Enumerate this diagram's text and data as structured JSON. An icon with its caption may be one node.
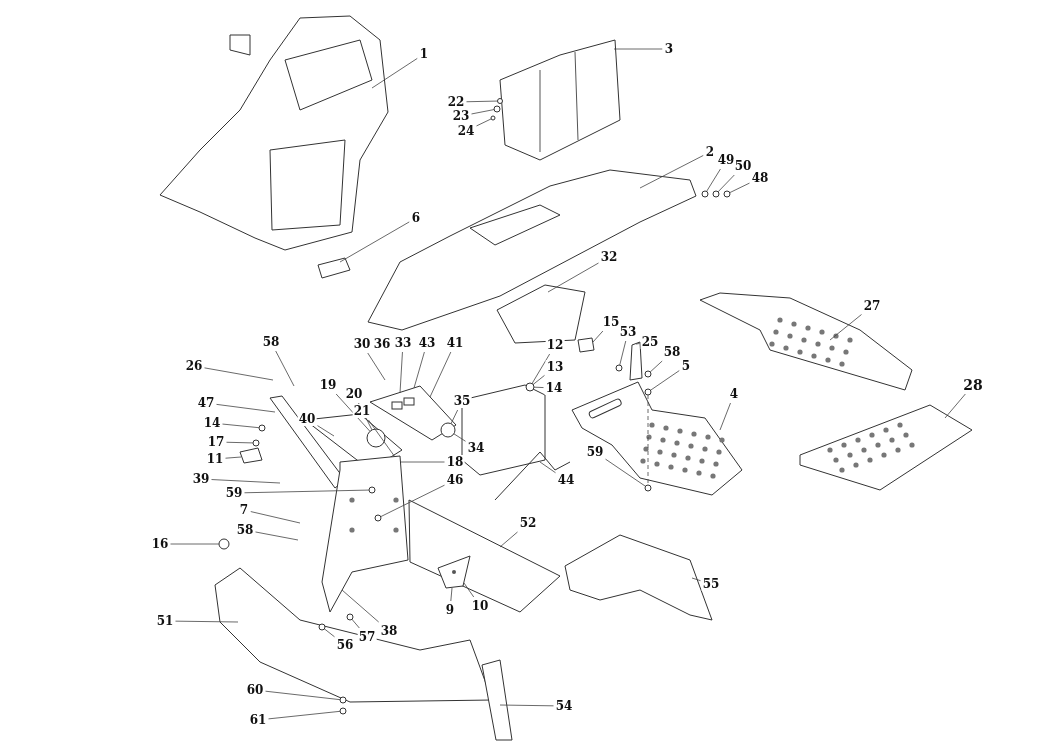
{
  "diagram": {
    "nodes": [
      {
        "text": [
          "1"
        ]
      },
      {
        "text": [
          "3"
        ]
      },
      {
        "text": [
          "22"
        ]
      },
      {
        "text": [
          "23"
        ]
      },
      {
        "text": [
          "24"
        ]
      },
      {
        "text": [
          "2"
        ]
      },
      {
        "text": [
          "49"
        ]
      },
      {
        "text": [
          "50"
        ]
      },
      {
        "text": [
          "48"
        ]
      },
      {
        "text": [
          "6"
        ]
      },
      {
        "text": [
          "32"
        ]
      },
      {
        "text": [
          "27"
        ]
      },
      {
        "text": [
          "15"
        ]
      },
      {
        "text": [
          "53"
        ]
      },
      {
        "text": [
          "25"
        ]
      },
      {
        "text": [
          "58"
        ]
      },
      {
        "text": [
          "5"
        ]
      },
      {
        "text": [
          "28"
        ]
      },
      {
        "text": [
          "58"
        ]
      },
      {
        "text": [
          "26"
        ]
      },
      {
        "text": [
          "30"
        ]
      },
      {
        "text": [
          "33"
        ]
      },
      {
        "text": [
          "43"
        ]
      },
      {
        "text": [
          "41"
        ]
      },
      {
        "text": [
          "12"
        ]
      },
      {
        "text": [
          "13"
        ]
      },
      {
        "text": [
          "14"
        ]
      },
      {
        "text": [
          "4"
        ]
      },
      {
        "text": [
          "19"
        ]
      },
      {
        "text": [
          "20"
        ]
      },
      {
        "text": [
          "47"
        ]
      },
      {
        "text": [
          "35"
        ]
      },
      {
        "text": [
          "21"
        ]
      },
      {
        "text": [
          "40"
        ]
      },
      {
        "text": [
          "14"
        ]
      },
      {
        "text": [
          "34"
        ]
      },
      {
        "text": [
          "17"
        ]
      },
      {
        "text": [
          "11"
        ]
      },
      {
        "text": [
          "18"
        ]
      },
      {
        "text": [
          "39"
        ]
      },
      {
        "text": [
          "59"
        ]
      },
      {
        "text": [
          "46"
        ]
      },
      {
        "text": [
          "59"
        ]
      },
      {
        "text": [
          "44"
        ]
      },
      {
        "text": [
          "7"
        ]
      },
      {
        "text": [
          "58"
        ]
      },
      {
        "text": [
          "52"
        ]
      },
      {
        "text": [
          "16"
        ]
      },
      {
        "text": [
          "55"
        ]
      },
      {
        "text": [
          "9"
        ]
      },
      {
        "text": [
          "10"
        ]
      },
      {
        "text": [
          "51"
        ]
      },
      {
        "text": [
          "38"
        ]
      },
      {
        "text": [
          "57"
        ]
      },
      {
        "text": [
          "56"
        ]
      },
      {
        "text": [
          "60"
        ]
      },
      {
        "text": [
          "54"
        ]
      },
      {
        "text": [
          "61"
        ]
      },
      {
        "text": [],
        "shape": "circle"
      },
      {
        "text": [],
        "shape": "box"
      },
      {
        "text": [],
        "shape": "picture"
      },
      {
        "text": [],
        "shape": "circle"
      },
      {
        "text": [],
        "shape": "circle"
      },
      {
        "text": [],
        "shape": "circle"
      },
      {
        "text": [],
        "shape": "circle"
      },
      {
        "text": [],
        "shape": "picture"
      },
      {
        "text": [],
        "shape": "circle"
      },
      {
        "text": [],
        "shape": "circle"
      },
      {
        "text": [],
        "shape": "picture"
      },
      {
        "text": [],
        "shape": "circle"
      },
      {
        "text": [],
        "shape": "picture"
      },
      {
        "text": [],
        "shape": "circle"
      },
      {
        "text": [],
        "shape": "circle"
      },
      {
        "text": [
          "36"
        ]
      },
      {
        "text": [],
        "shape": "circle"
      },
      {
        "text": [],
        "shape": "box"
      },
      {
        "text": [],
        "shape": "circle"
      },
      {
        "text": [],
        "shape": "circle"
      },
      {
        "text": [],
        "shape": "circle",
        "in": 70
      },
      {
        "text": [],
        "shape": "circle",
        "in": 70
      },
      {
        "text": [],
        "shape": "circle"
      },
      {
        "text": [],
        "shape": "circle"
      },
      {
        "text": [],
        "shape": "circle"
      },
      {
        "text": [],
        "shape": "circle"
      },
      {
        "text": [],
        "shape": "circle"
      },
      {
        "text": [],
        "shape": "circle"
      },
      {
        "text": [],
        "shape": "circle"
      },
      {
        "text": [],
        "shape": "box"
      }
    ],
    "edges": [
      {
        "from": 0,
        "to": null,
        "arrow": "none"
      },
      {
        "from": 1,
        "to": null,
        "arrow": "none"
      },
      {
        "from": 2,
        "to": 80,
        "arrow": "none"
      },
      {
        "from": 3,
        "to": 81,
        "arrow": "none"
      },
      {
        "from": 4,
        "to": 82,
        "arrow": "none"
      },
      {
        "from": 5,
        "to": null,
        "arrow": "none"
      },
      {
        "from": 6,
        "to": 66,
        "arrow": "none"
      },
      {
        "from": 7,
        "to": 67,
        "arrow": "none"
      },
      {
        "from": 8,
        "to": 58,
        "arrow": "none"
      },
      {
        "from": 9,
        "to": null,
        "arrow": "none"
      },
      {
        "from": 10,
        "to": null,
        "arrow": "none"
      },
      {
        "from": 11,
        "to": null,
        "arrow": "none"
      },
      {
        "from": 12,
        "to": 59,
        "arrow": "none"
      },
      {
        "from": 13,
        "to": 74,
        "arrow": "none"
      },
      {
        "from": 14,
        "to": 75,
        "arrow": "none"
      },
      {
        "from": 15,
        "to": 76,
        "arrow": "none"
      },
      {
        "from": 16,
        "to": 77,
        "arrow": "none"
      },
      {
        "from": 17,
        "to": null,
        "arrow": "none"
      },
      {
        "from": 18,
        "to": null,
        "arrow": "none"
      },
      {
        "from": 19,
        "to": null,
        "arrow": "none"
      },
      {
        "from": 20,
        "to": null,
        "arrow": "none"
      },
      {
        "from": 21,
        "to": 60,
        "arrow": "none"
      },
      {
        "from": 22,
        "to": 60,
        "arrow": "none"
      },
      {
        "from": 23,
        "to": 60,
        "arrow": "none"
      },
      {
        "from": 24,
        "to": 62,
        "arrow": "none"
      },
      {
        "from": 25,
        "to": 62,
        "arrow": "none"
      },
      {
        "from": 26,
        "to": 62,
        "arrow": "none"
      },
      {
        "from": 27,
        "to": 68,
        "arrow": "none"
      },
      {
        "from": 28,
        "to": 63,
        "arrow": "none"
      },
      {
        "from": 29,
        "to": 63,
        "arrow": "none"
      },
      {
        "from": 30,
        "to": null,
        "arrow": "none"
      },
      {
        "from": 31,
        "to": 61,
        "arrow": "none"
      },
      {
        "from": 32,
        "to": 70,
        "arrow": "none"
      },
      {
        "from": 33,
        "to": null,
        "arrow": "none"
      },
      {
        "from": 34,
        "to": 85,
        "arrow": "none"
      },
      {
        "from": 35,
        "to": 61,
        "arrow": "none"
      },
      {
        "from": 36,
        "to": 86,
        "arrow": "none"
      },
      {
        "from": 37,
        "to": 87,
        "arrow": "none"
      },
      {
        "from": 38,
        "to": 70,
        "arrow": "none"
      },
      {
        "from": 39,
        "to": null,
        "arrow": "none"
      },
      {
        "from": 40,
        "to": 78,
        "arrow": "none"
      },
      {
        "from": 41,
        "to": 79,
        "arrow": "none"
      },
      {
        "from": 42,
        "to": 69,
        "arrow": "none"
      },
      {
        "from": 43,
        "to": null,
        "arrow": "none"
      },
      {
        "from": 44,
        "to": null,
        "arrow": "none"
      },
      {
        "from": 45,
        "to": null,
        "arrow": "none"
      },
      {
        "from": 46,
        "to": null,
        "arrow": "none"
      },
      {
        "from": 47,
        "to": 64,
        "arrow": "none"
      },
      {
        "from": 48,
        "to": null,
        "arrow": "none"
      },
      {
        "from": 49,
        "to": 65,
        "arrow": "none"
      },
      {
        "from": 50,
        "to": 65,
        "arrow": "none"
      },
      {
        "from": 51,
        "to": null,
        "arrow": "none"
      },
      {
        "from": 52,
        "to": 70,
        "arrow": "none"
      },
      {
        "from": 53,
        "to": 71,
        "arrow": "none"
      },
      {
        "from": 54,
        "to": 72,
        "arrow": "none"
      },
      {
        "from": 55,
        "to": 83,
        "arrow": "none"
      },
      {
        "from": 56,
        "to": null,
        "arrow": "none"
      },
      {
        "from": 57,
        "to": 84,
        "arrow": "none"
      },
      {
        "from": 77,
        "to": 69,
        "arrow": "none",
        "style": "dashed"
      }
    ]
  }
}
